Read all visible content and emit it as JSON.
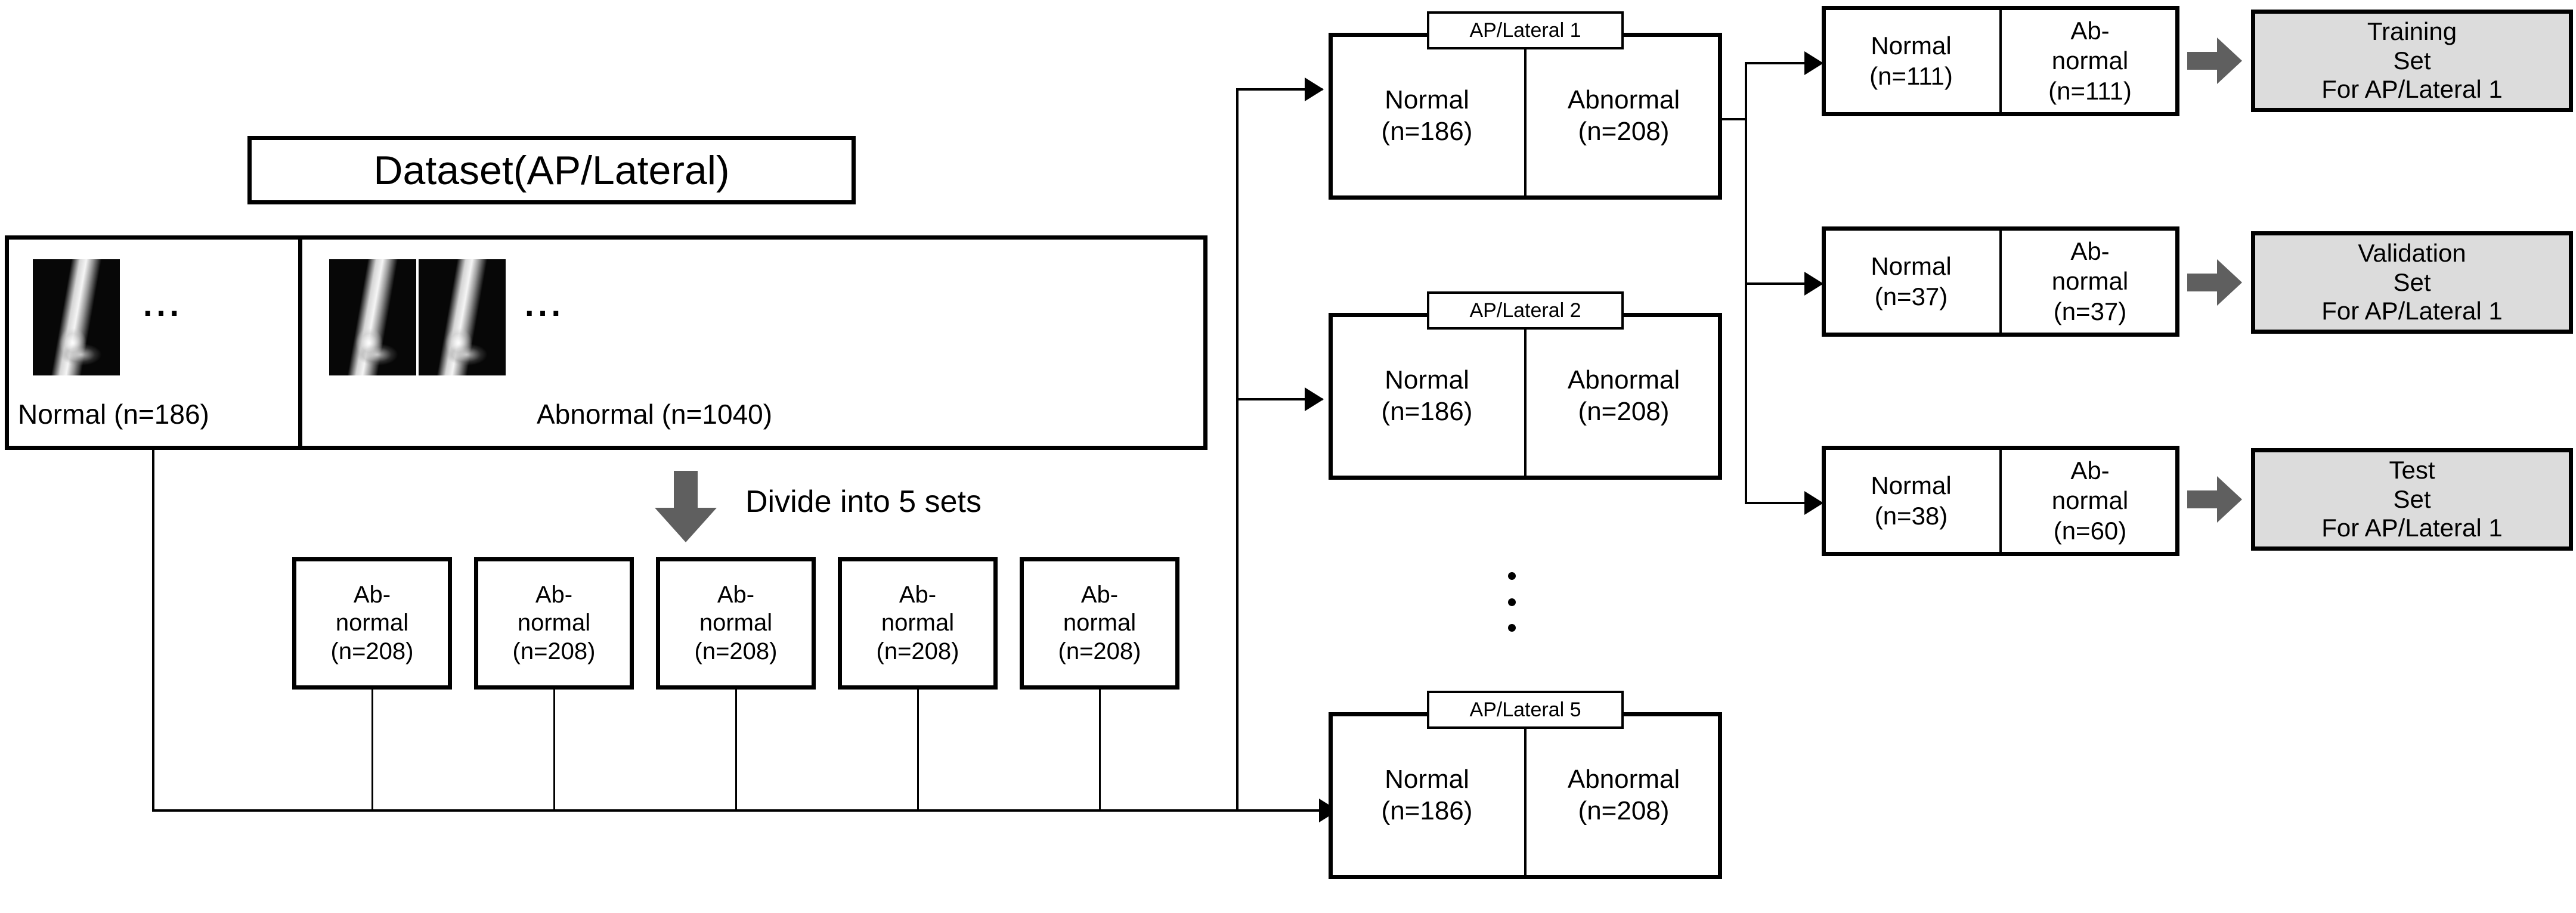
{
  "diagram": {
    "title": "Dataset(AP/Lateral)",
    "colors": {
      "stroke": "#000000",
      "gray_fill": "#dcdcdc",
      "block_arrow": "#5f5f5f",
      "background": "#ffffff"
    }
  },
  "source": {
    "title_box_label": "Dataset(AP/Lateral)",
    "normal_label": "Normal (n=186)",
    "abnormal_label": "Abnormal (n=1040)",
    "normal_ellipsis": "...",
    "abnormal_ellipsis": "...",
    "xray_alt": "ankle-xray-thumbnail"
  },
  "divide": {
    "arrow_icon": "down-block-arrow-icon",
    "label": "Divide into 5 sets"
  },
  "folds": [
    {
      "line1": "Ab-",
      "line2": "normal",
      "line3": "(n=208)"
    },
    {
      "line1": "Ab-",
      "line2": "normal",
      "line3": "(n=208)"
    },
    {
      "line1": "Ab-",
      "line2": "normal",
      "line3": "(n=208)"
    },
    {
      "line1": "Ab-",
      "line2": "normal",
      "line3": "(n=208)"
    },
    {
      "line1": "Ab-",
      "line2": "normal",
      "line3": "(n=208)"
    }
  ],
  "sets": [
    {
      "tag": "AP/Lateral 1",
      "left": {
        "line1": "Normal",
        "line2": "(n=186)"
      },
      "right": {
        "line1": "Abnormal",
        "line2": "(n=208)"
      }
    },
    {
      "tag": "AP/Lateral 2",
      "left": {
        "line1": "Normal",
        "line2": "(n=186)"
      },
      "right": {
        "line1": "Abnormal",
        "line2": "(n=208)"
      }
    },
    {
      "tag": "AP/Lateral 5",
      "left": {
        "line1": "Normal",
        "line2": "(n=186)"
      },
      "right": {
        "line1": "Abnormal",
        "line2": "(n=208)"
      }
    }
  ],
  "sets_vertical_ellipsis": "vertical-ellipsis-icon",
  "splits": [
    {
      "left": {
        "line1": "Normal",
        "line2": "(n=111)"
      },
      "right": {
        "line1": "Ab-",
        "line2": "normal",
        "line3": "(n=111)"
      }
    },
    {
      "left": {
        "line1": "Normal",
        "line2": "(n=37)"
      },
      "right": {
        "line1": "Ab-",
        "line2": "normal",
        "line3": "(n=37)"
      }
    },
    {
      "left": {
        "line1": "Normal",
        "line2": "(n=38)"
      },
      "right": {
        "line1": "Ab-",
        "line2": "normal",
        "line3": "(n=60)"
      }
    }
  ],
  "outputs": [
    {
      "line1": "Training",
      "line2": "Set",
      "line3": "For AP/Lateral 1"
    },
    {
      "line1": "Validation",
      "line2": "Set",
      "line3": "For AP/Lateral 1"
    },
    {
      "line1": "Test",
      "line2": "Set",
      "line3": "For AP/Lateral 1"
    }
  ]
}
